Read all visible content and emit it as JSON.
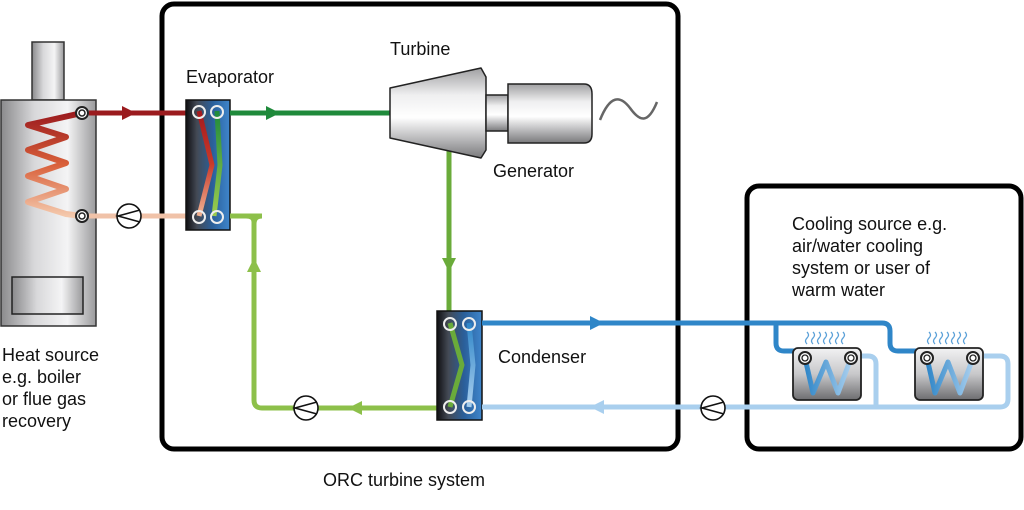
{
  "title": "ORC turbine system",
  "labels": {
    "evaporator": "Evaporator",
    "turbine": "Turbine",
    "generator": "Generator",
    "condenser": "Condenser",
    "heat_source": "Heat source\ne.g. boiler\nor flue gas\nrecovery",
    "cooling_source": "Cooling source e.g.\nair/water cooling\nsystem or user of\nwarm water",
    "system": "ORC turbine system"
  },
  "colors": {
    "hot_flow": "#9b1b1e",
    "warm_return": "#f0c2a8",
    "vapor": "#1f8a3b",
    "liquid": "#8dc04a",
    "cooling_supply": "#2f86c8",
    "cooling_return": "#a9cfee",
    "box_border": "#000000"
  },
  "icons": {
    "pump": "pump-icon",
    "ac_output": "sine-wave-icon",
    "heat_release": "heat-waves-icon"
  }
}
